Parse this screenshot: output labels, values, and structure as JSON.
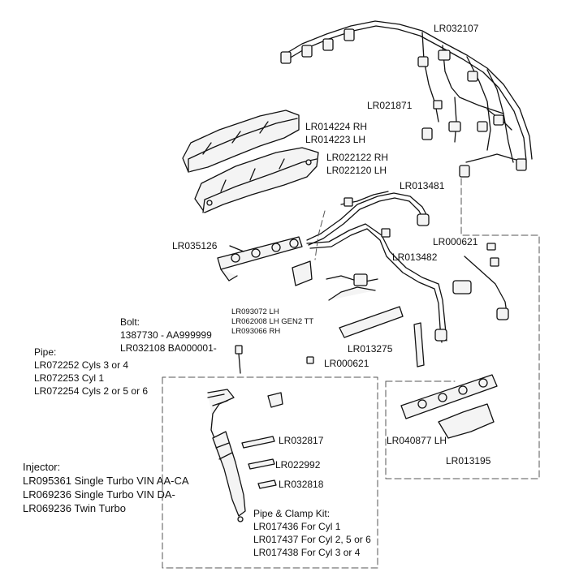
{
  "colors": {
    "ink": "#111111",
    "part_fill": "#f4f4f4",
    "dash": "#555555",
    "background": "#ffffff"
  },
  "callouts": [
    {
      "id": "c01",
      "lines": [
        "LR032107"
      ]
    },
    {
      "id": "c02",
      "lines": [
        "LR021871"
      ]
    },
    {
      "id": "c03",
      "lines": [
        "LR014224 RH",
        "LR014223 LH"
      ]
    },
    {
      "id": "c04",
      "lines": [
        "LR022122 RH",
        "LR022120 LH"
      ]
    },
    {
      "id": "c05",
      "lines": [
        "LR013481"
      ]
    },
    {
      "id": "c06",
      "lines": [
        "LR035126"
      ]
    },
    {
      "id": "c07",
      "lines": [
        "LR000621"
      ]
    },
    {
      "id": "c08",
      "lines": [
        "LR013482"
      ]
    },
    {
      "id": "c09",
      "lines": [
        "LR093072 LH",
        "LR062008 LH GEN2 TT",
        "LR093066 RH"
      ]
    },
    {
      "id": "c10",
      "lines": [
        "Bolt:",
        "1387730 - AA999999",
        "LR032108 BA000001-"
      ]
    },
    {
      "id": "c11",
      "lines": [
        "Pipe:",
        "LR072252 Cyls 3 or 4",
        "LR072253 Cyl 1",
        "LR072254 Cyls 2 or 5 or 6"
      ]
    },
    {
      "id": "c12",
      "lines": [
        "LR013275"
      ]
    },
    {
      "id": "c13",
      "lines": [
        "LR000621"
      ]
    },
    {
      "id": "c14",
      "lines": [
        "LR032817"
      ]
    },
    {
      "id": "c15",
      "lines": [
        "LR040877 LH"
      ]
    },
    {
      "id": "c16",
      "lines": [
        "LR013195"
      ]
    },
    {
      "id": "c17",
      "lines": [
        "Injector:",
        "LR095361 Single Turbo VIN AA-CA",
        "LR069236 Single Turbo VIN DA-",
        "LR069236 Twin Turbo"
      ]
    },
    {
      "id": "c18",
      "lines": [
        "LR022992"
      ]
    },
    {
      "id": "c19",
      "lines": [
        "LR032818"
      ]
    },
    {
      "id": "c20",
      "lines": [
        "Pipe & Clamp Kit:",
        "LR017436 For Cyl 1",
        "LR017437 For Cyl 2, 5 or 6",
        "LR017438 For Cyl 3 or 4"
      ]
    }
  ]
}
